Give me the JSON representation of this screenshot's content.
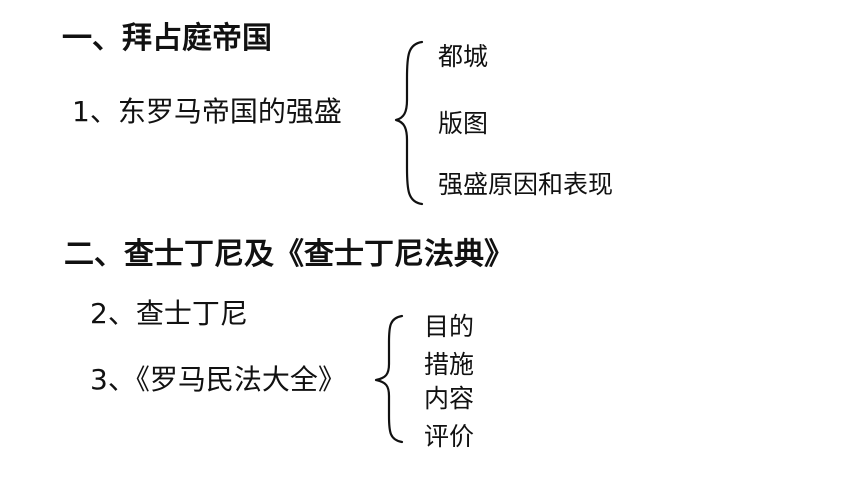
{
  "section1": {
    "heading": "一、拜占庭帝国",
    "item1": "1、东罗马帝国的强盛",
    "sub": [
      "都城",
      "版图",
      "强盛原因和表现"
    ]
  },
  "section2": {
    "heading": "二、查士丁尼及《查士丁尼法典》",
    "item2": "2、查士丁尼",
    "item3": "3、《罗马民法大全》",
    "sub": [
      "目的",
      "措施",
      "内容",
      "评价"
    ]
  }
}
